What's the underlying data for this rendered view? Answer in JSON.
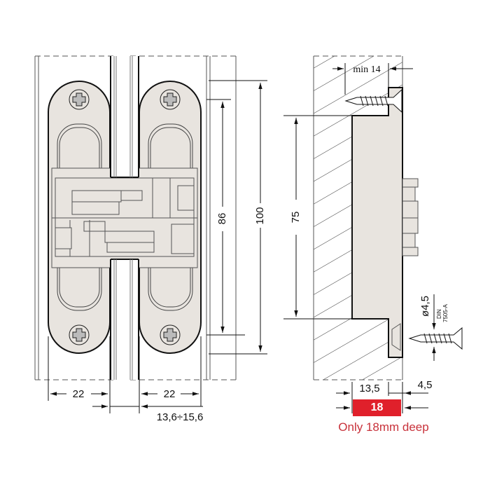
{
  "figure": {
    "type": "technical-drawing",
    "subject": "concealed hinge installation dimensions",
    "colors": {
      "hinge_fill": "#e8e4df",
      "line": "#111111",
      "highlight_red": "#e0202b",
      "caption_red": "#c8323b"
    }
  },
  "front_view": {
    "dimensions": {
      "hinge_width_left": "22",
      "hinge_width_right": "22",
      "door_gap": "13,6÷15,6",
      "screw_spacing": "86",
      "hinge_height": "100"
    }
  },
  "side_view": {
    "dimensions": {
      "min_depth": "min 14",
      "body_height": "75",
      "screw_diameter": "ø4,5",
      "screw_standard_line1": "DIN",
      "screw_standard_line2": "7505-A",
      "body_depth": "13,5",
      "flange_depth": "4,5",
      "total_depth": "18"
    },
    "caption": "Only 18mm deep"
  }
}
